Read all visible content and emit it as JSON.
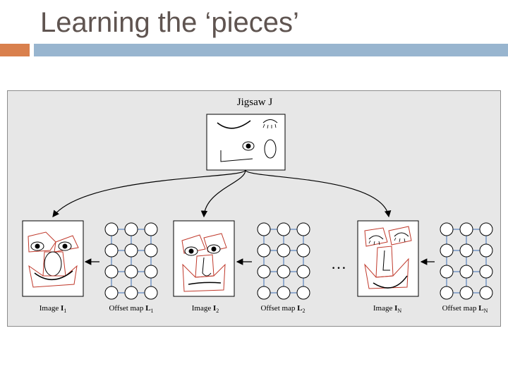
{
  "slide": {
    "title": "Learning the ‘pieces’"
  },
  "figure": {
    "jigsaw_label": "Jigsaw J",
    "ellipsis": "…",
    "captions": [
      {
        "prefix": "Image ",
        "symbol": "I",
        "sub": "1"
      },
      {
        "prefix": "Offset map ",
        "symbol": "L",
        "sub": "1"
      },
      {
        "prefix": "Image ",
        "symbol": "I",
        "sub": "2"
      },
      {
        "prefix": "Offset map ",
        "symbol": "L",
        "sub": "2"
      },
      {
        "prefix": "Image ",
        "symbol": "I",
        "sub": "N"
      },
      {
        "prefix": "Offset map ",
        "symbol": "L",
        "sub": "N"
      }
    ],
    "colors": {
      "panel": "#e7e7e7",
      "face_outline": "#c0392b",
      "lines": "#000000",
      "title_text": "#5f5450",
      "accent_orange": "#d9804d",
      "accent_blue": "#98b5cf"
    }
  }
}
